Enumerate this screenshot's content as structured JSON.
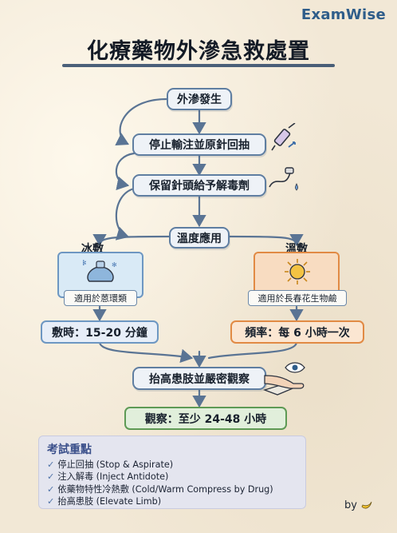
{
  "brand": "ExamWise",
  "title": "化療藥物外滲急救處置",
  "flow": {
    "start": "外滲發生",
    "step1": "停止輸注並原針回抽",
    "step2": "保留針頭給予解毒劑",
    "temp": "溫度應用",
    "cold": {
      "label": "冰敷",
      "applies": "適用於蒽環類",
      "timing": "敷時：15-20 分鐘"
    },
    "warm": {
      "label": "溫敷",
      "applies": "適用於長春花生物鹼",
      "timing": "頻率：每 6 小時一次"
    },
    "elevate": "抬高患肢並嚴密觀察",
    "observe": "觀察：至少 24-48 小時"
  },
  "exam": {
    "title": "考試重點",
    "items": [
      "停止回抽 (Stop & Aspirate)",
      "注入解毒 (Inject Antidote)",
      "依藥物特性冷熱敷 (Cold/Warm Compress by Drug)",
      "抬高患肢 (Elevate Limb)"
    ]
  },
  "byline": "by",
  "colors": {
    "blue_border": "#5f7ea1",
    "orange": "#e18a44",
    "green": "#5e9a55",
    "title_line": "#2c4566"
  }
}
